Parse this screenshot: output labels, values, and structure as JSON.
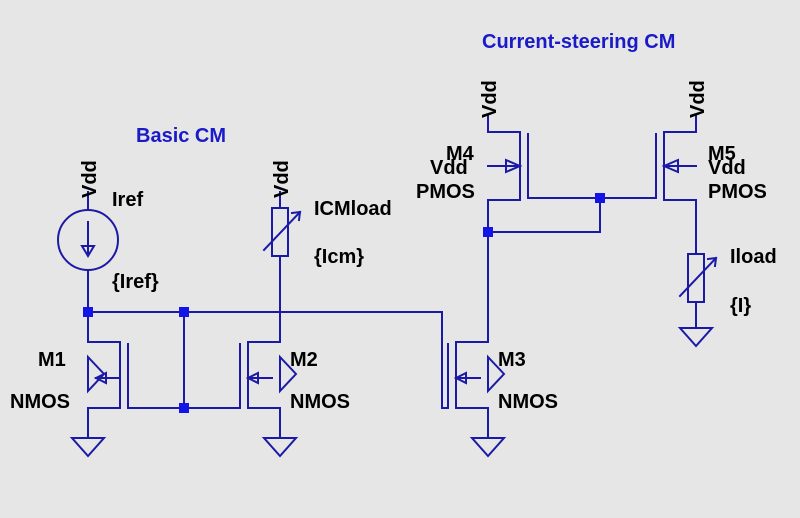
{
  "titles": {
    "basic": "Basic CM",
    "steering": "Current-steering CM"
  },
  "supply": "Vdd",
  "components": {
    "iref": {
      "name": "Iref",
      "value": "{Iref}"
    },
    "icm_load": {
      "name": "ICMload",
      "value": "{Icm}"
    },
    "iload": {
      "name": "Iload",
      "value": "{I}"
    },
    "m1": {
      "name": "M1",
      "model": "NMOS"
    },
    "m2": {
      "name": "M2",
      "model": "NMOS"
    },
    "m3": {
      "name": "M3",
      "model": "NMOS"
    },
    "m4": {
      "name": "M4",
      "model": "PMOS",
      "body": "Vdd"
    },
    "m5": {
      "name": "M5",
      "model": "PMOS",
      "body": "Vdd"
    }
  },
  "colors": {
    "wire": "#1a1aa6",
    "node": "#1414e6",
    "title": "#1a1ac8",
    "background": "#e6e6e6"
  }
}
